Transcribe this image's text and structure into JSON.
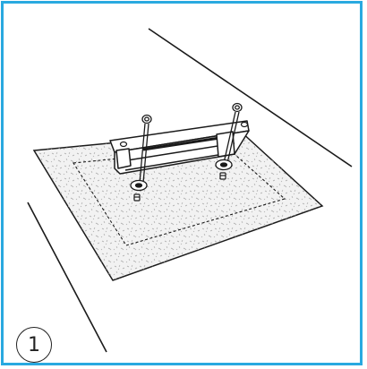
{
  "step": {
    "number": "1"
  },
  "colors": {
    "frame": "#29a9e0",
    "line": "#1a1a1a",
    "mat_fill": "#f2f2f2",
    "speckle": "#a8a8a8"
  },
  "icons": [
    "mounting-bracket",
    "bolt",
    "washer",
    "nut",
    "adhesive-mat"
  ]
}
